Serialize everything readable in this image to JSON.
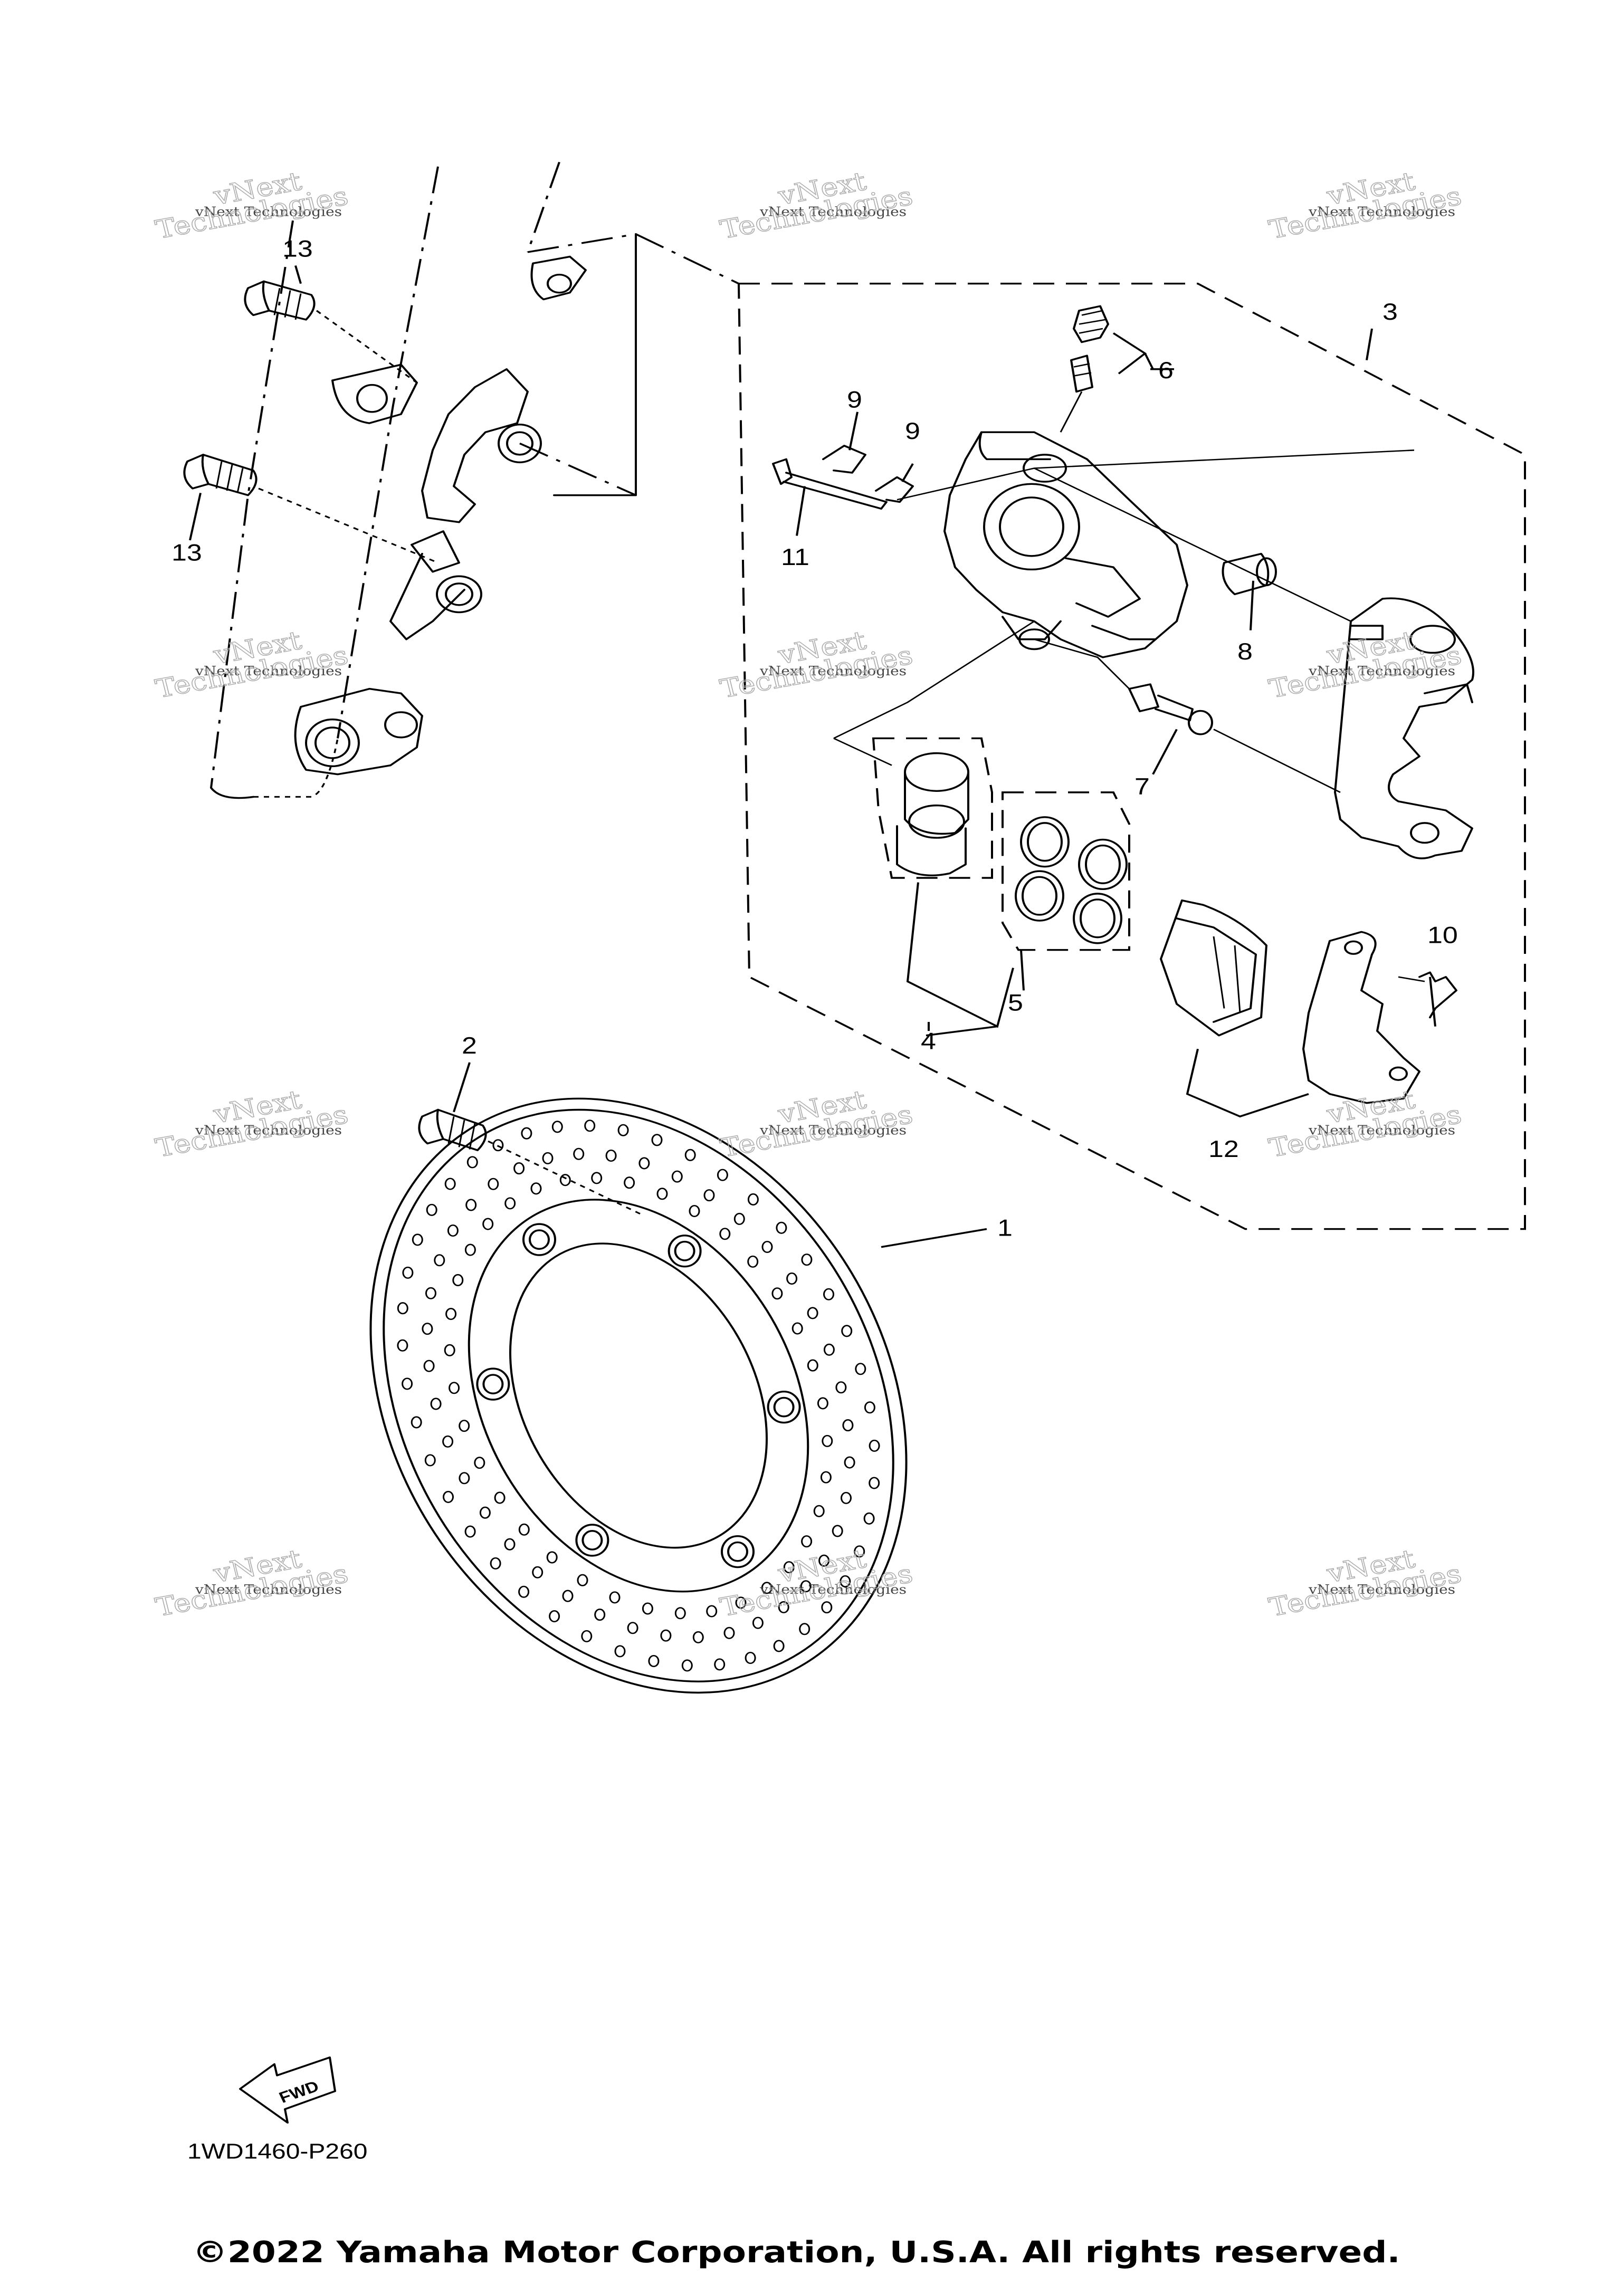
{
  "callouts": {
    "c1": "1",
    "c2": "2",
    "c3": "3",
    "c4": "4",
    "c5": "5",
    "c6": "6",
    "c7": "7",
    "c8": "8",
    "c9a": "9",
    "c9b": "9",
    "c10": "10",
    "c11": "11",
    "c12": "12",
    "c13a": "13",
    "c13b": "13"
  },
  "diagram_code": "1WD1460-P260",
  "fwd_label": "FWD",
  "copyright": "©2022 Yamaha Motor Corporation, U.S.A. All rights reserved.",
  "watermark": {
    "line1": "vNext Technologies",
    "line2": "Technologies",
    "line3": "vNext"
  }
}
